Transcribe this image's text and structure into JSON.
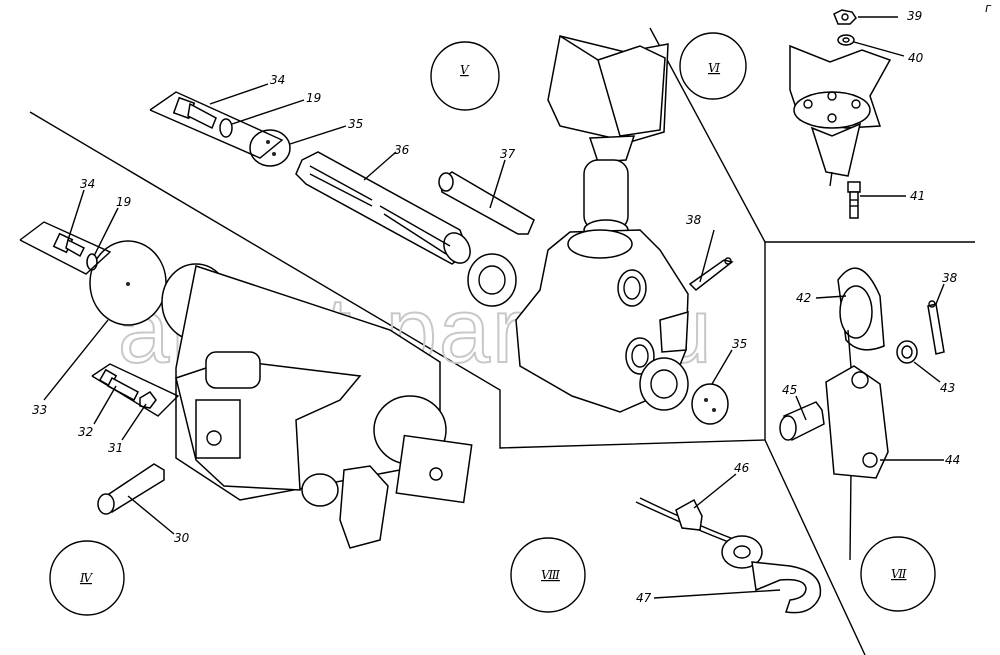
{
  "watermark": "ansat-parts.ru",
  "section_labels": {
    "v": "Ⅴ",
    "vi": "Ⅵ",
    "vii": "Ⅶ",
    "viii": "Ⅷ",
    "iv": "Ⅳ"
  },
  "part_numbers": {
    "n39": "39",
    "n40": "40",
    "n41": "41",
    "n34a": "34",
    "n19a": "19",
    "n35a": "35",
    "n36": "36",
    "n37": "37",
    "n38a": "38",
    "n34b": "34",
    "n19b": "19",
    "n33": "33",
    "n32": "32",
    "n31": "31",
    "n30": "30",
    "n35b": "35",
    "n42": "42",
    "n38b": "38",
    "n43": "43",
    "n45": "45",
    "n44": "44",
    "n46": "46",
    "n47": "47"
  },
  "corner_mark": "г"
}
